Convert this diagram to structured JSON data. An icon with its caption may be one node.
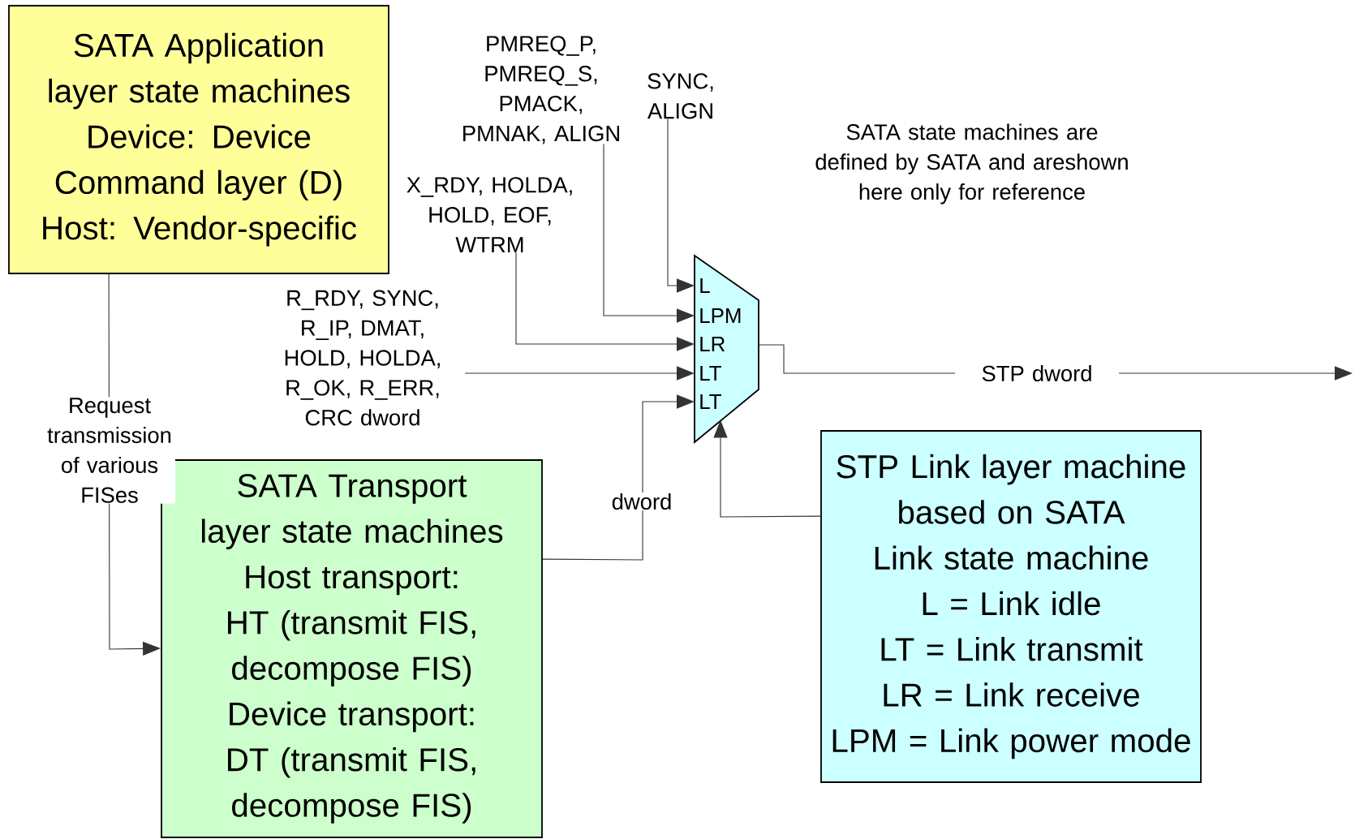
{
  "diagram": {
    "nodes": [
      {
        "text": [
          "SATA Application layer state machines",
          "Device: Device Command layer (D)",
          "Host: Vendor-specific"
        ]
      },
      {
        "text": [
          "SATA Transport layer state machines",
          "Host transport: HT (transmit FIS, decompose FIS)",
          "Device transport: DT (transmit FIS, decompose FIS)"
        ]
      },
      {
        "text": [
          "STP Link layer machine based on SATA Link state machine",
          "L = Link idle",
          "LT = Link transmit",
          "LR = Link receive",
          "LPM = Link power mode"
        ]
      },
      {
        "text": [
          "L",
          "LPM",
          "LR",
          "LT",
          "LT"
        ]
      },
      {
        "text": [
          "PMREQ_P, PMREQ_S, PMACK, PMNAK, ALIGN"
        ]
      },
      {
        "text": [
          "SYNC, ALIGN"
        ]
      },
      {
        "text": [
          "X_RDY, HOLDA, HOLD, EOF, WTRM"
        ]
      },
      {
        "text": [
          "R_RDY, SYNC, R_IP, DMAT, HOLD, HOLDA, R_OK, R_ERR, CRC dword"
        ]
      }
    ],
    "edges": [
      {
        "from": 0,
        "to": 1,
        "arrow": "to",
        "label": "Request transmission of various FISes"
      },
      {
        "from": 4,
        "to": 3,
        "arrow": "to"
      },
      {
        "from": 5,
        "to": 3,
        "arrow": "to"
      },
      {
        "from": 6,
        "to": 3,
        "arrow": "to"
      },
      {
        "from": 7,
        "to": 3,
        "arrow": "to"
      },
      {
        "from": 1,
        "to": 3,
        "arrow": "to",
        "label": "dword"
      },
      {
        "from": 2,
        "to": 3,
        "arrow": "to"
      },
      {
        "from": 3,
        "to": null,
        "arrow": "to",
        "label": "STP dword"
      }
    ],
    "labels": [
      "SATA state machines are defined by SATA and areshown here only for reference"
    ]
  }
}
